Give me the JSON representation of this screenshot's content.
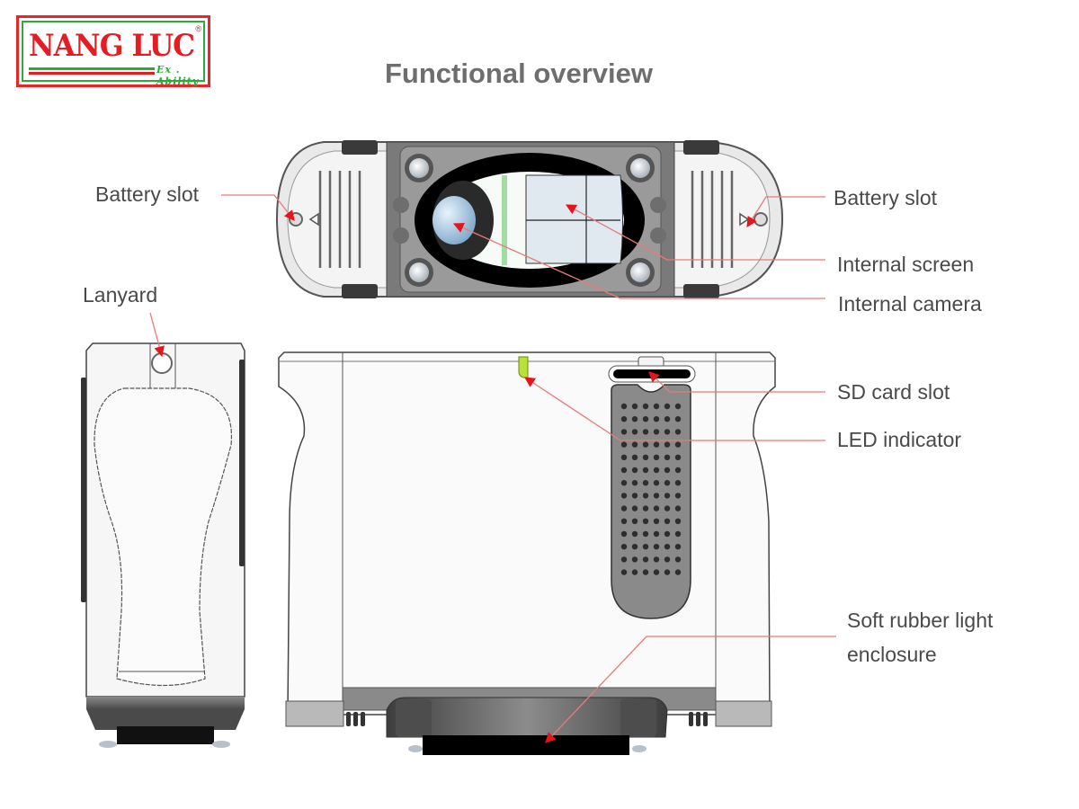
{
  "logo": {
    "brand": "NANG LUC",
    "registered": "®",
    "tagline": "Ex . Ability",
    "colors": {
      "red": "#e41d24",
      "green": "#2eaa3a"
    }
  },
  "title": "Functional overview",
  "callouts": {
    "battery_slot_left": "Battery slot",
    "battery_slot_right": "Battery slot",
    "internal_screen": "Internal screen",
    "internal_camera": "Internal camera",
    "lanyard": "Lanyard",
    "sd_card_slot": "SD card slot",
    "led_indicator": "LED indicator",
    "soft_rubber_line1": "Soft rubber light",
    "soft_rubber_line2": "enclosure"
  },
  "colors": {
    "leader_line": "#e87a7a",
    "arrow_head": "#e8141a",
    "led": "#b8e23a",
    "lens": "#a9cbe6",
    "screen": "#dfe9ef"
  }
}
